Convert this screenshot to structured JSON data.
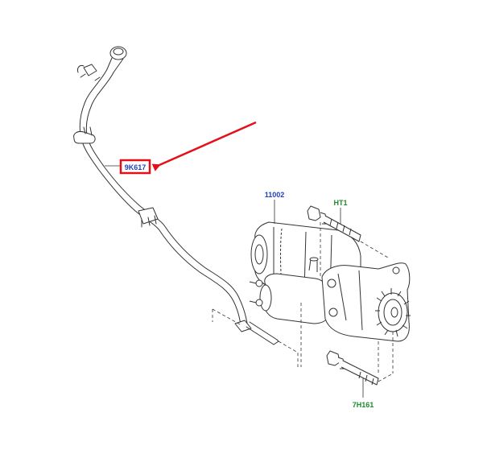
{
  "diagram": {
    "callouts": {
      "harness": {
        "label": "9K617",
        "color": "#1f3fbf",
        "box_color": "#e3101a"
      },
      "starter": {
        "label": "11002",
        "color": "#1f3fbf"
      },
      "stud": {
        "label": "HT1",
        "color": "#1e8a2e"
      },
      "bolt": {
        "label": "7H161",
        "color": "#1e8a2e"
      }
    },
    "arrow": {
      "color": "#e3101a"
    },
    "line_color": "#333333"
  }
}
